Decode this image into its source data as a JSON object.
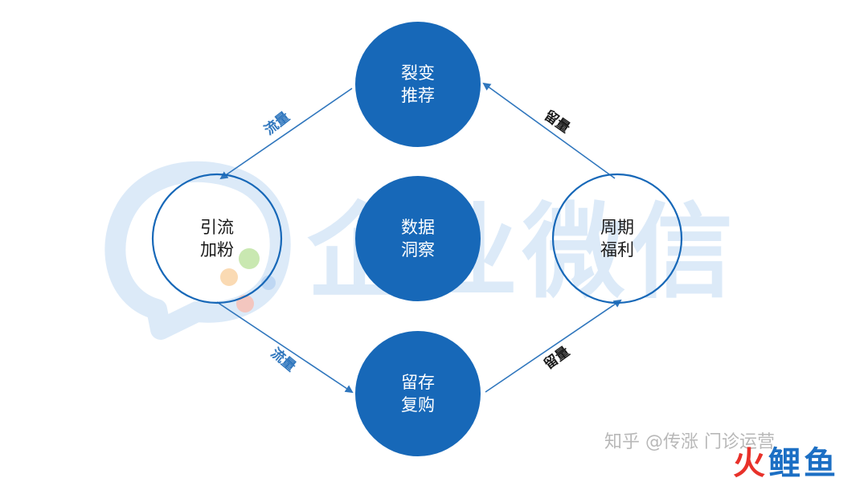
{
  "colors": {
    "accent": "#1768b8",
    "node_outline": "#1768b8",
    "arrow": "#2f76bd",
    "text_dark": "#1a1a1a",
    "text_light": "#ffffff",
    "watermark": "#dceaf8",
    "logo_red": "#e8312a",
    "logo_blue": "#1c6fc4"
  },
  "nodes": {
    "fission": {
      "line1": "裂变",
      "line2": "推荐"
    },
    "traffic": {
      "line1": "引流",
      "line2": "加粉"
    },
    "insight": {
      "line1": "数据",
      "line2": "洞察"
    },
    "welfare": {
      "line1": "周期",
      "line2": "福利"
    },
    "retention": {
      "line1": "留存",
      "line2": "复购"
    }
  },
  "edges": {
    "fission_to_traffic": "流量",
    "traffic_to_retention": "流量",
    "welfare_to_fission": "留量",
    "retention_to_welfare": "留量"
  },
  "watermark": {
    "text": "企业微信"
  },
  "credit": {
    "text": "知乎 @传涨 门诊运营"
  },
  "logo": {
    "char1": "火",
    "char2": "鲤",
    "char3": "鱼"
  }
}
